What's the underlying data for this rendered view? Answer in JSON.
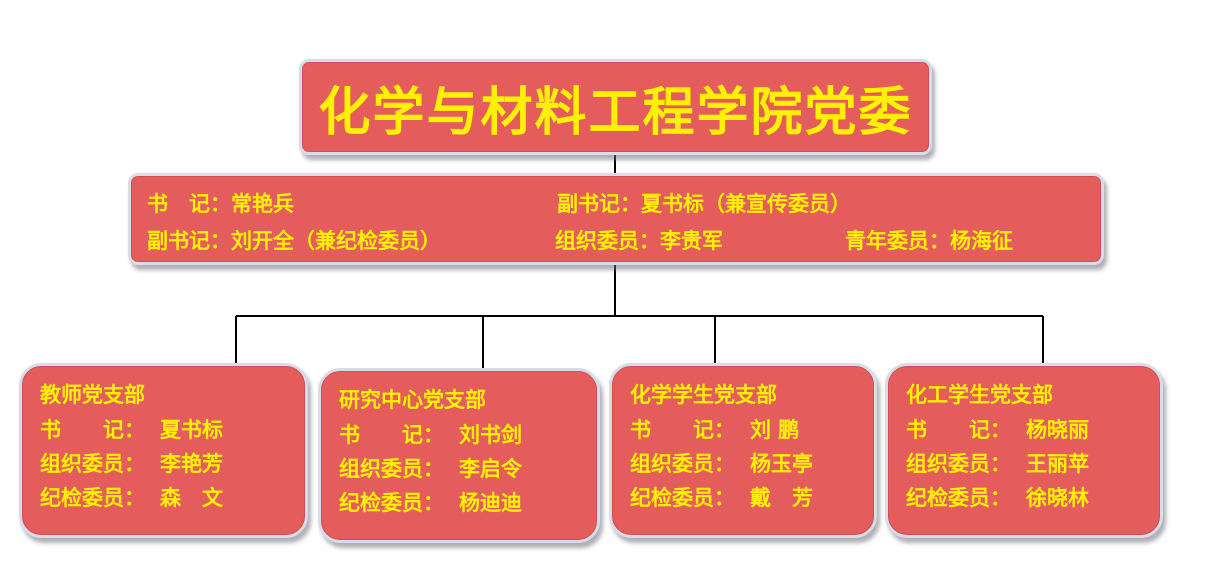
{
  "title": "化学与材料工程学院党委",
  "committee": {
    "secretary": {
      "label": "书　记：",
      "name": "常艳兵"
    },
    "deputy_1": {
      "label": "副书记：",
      "name": "夏书标（兼宣传委员）"
    },
    "deputy_2": {
      "label": "副书记：",
      "name": "刘开全（兼纪检委员）"
    },
    "organization": {
      "label": "组织委员：",
      "name": "李贵军"
    },
    "youth": {
      "label": "青年委员：",
      "name": "杨海征"
    }
  },
  "branches": [
    {
      "name": "教师党支部",
      "rows": [
        {
          "label": "书　　记：",
          "name": "夏书标"
        },
        {
          "label": "组织委员：",
          "name": "李艳芳"
        },
        {
          "label": "纪检委员：",
          "name": "森　文"
        }
      ]
    },
    {
      "name": "研究中心党支部",
      "rows": [
        {
          "label": "书　　记：",
          "name": "刘书剑"
        },
        {
          "label": "组织委员：",
          "name": "李启令"
        },
        {
          "label": "纪检委员：",
          "name": "杨迪迪"
        }
      ]
    },
    {
      "name": "化学学生党支部",
      "rows": [
        {
          "label": "书　　记：",
          "name": "刘 鹏"
        },
        {
          "label": "组织委员：",
          "name": "杨玉亭"
        },
        {
          "label": "纪检委员：",
          "name": "戴　芳"
        }
      ]
    },
    {
      "name": "化工学生党支部",
      "rows": [
        {
          "label": "书　　记：",
          "name": "杨晓丽"
        },
        {
          "label": "组织委员：",
          "name": "王丽苹"
        },
        {
          "label": "纪检委员：",
          "name": "徐晓林"
        }
      ]
    }
  ],
  "colors": {
    "box_fill": "#e45c5c",
    "box_border": "#d8dcea",
    "text": "#fff100",
    "connector": "#000000"
  }
}
